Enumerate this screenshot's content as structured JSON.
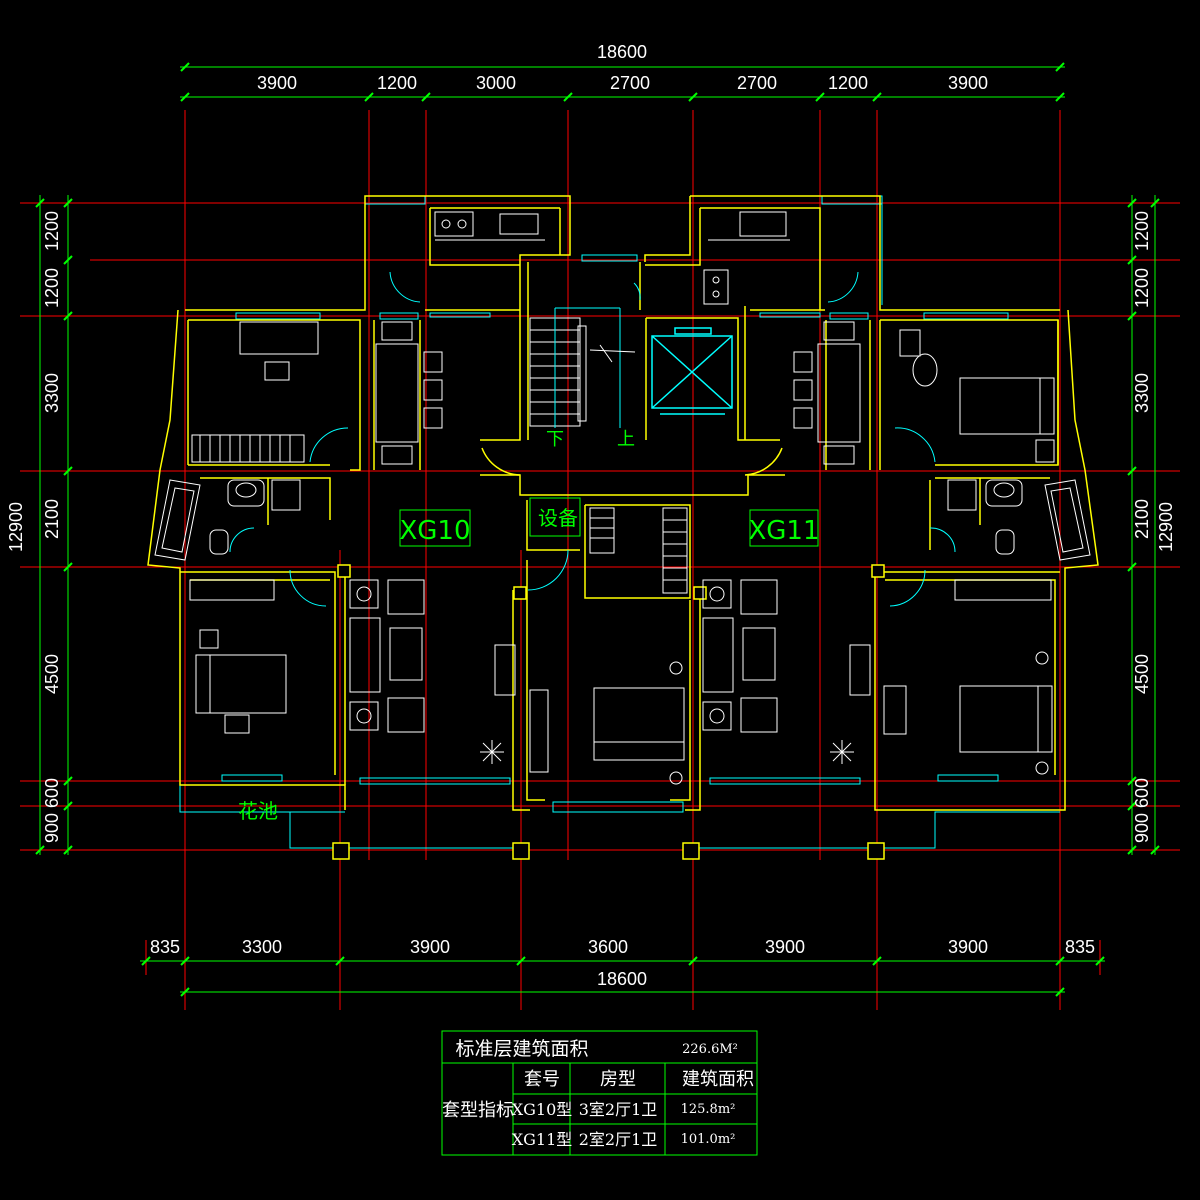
{
  "top_dims": {
    "total": "18600",
    "segments": [
      "3900",
      "1200",
      "3000",
      "2700",
      "2700",
      "1200",
      "3900"
    ]
  },
  "bottom_dims": {
    "segments": [
      "835",
      "3300",
      "3900",
      "3600",
      "3900",
      "3900",
      "835"
    ],
    "total": "18600"
  },
  "side_dims": {
    "total": "12900",
    "segments": [
      "1200",
      "1200",
      "3300",
      "2100",
      "4500",
      "600",
      "900"
    ]
  },
  "labels": {
    "unit_a": "XG10",
    "unit_b": "XG11",
    "equipment": "设备",
    "flower_bed": "花池",
    "stair_down": "下",
    "stair_up": "上"
  },
  "table": {
    "title": "标准层建筑面积",
    "total_area": "226.6M²",
    "row_header": "套型指标",
    "columns": [
      "套号",
      "房型",
      "建筑面积"
    ],
    "rows": [
      {
        "code": "XG10型",
        "type": "3室2厅1卫",
        "area": "125.8m²"
      },
      {
        "code": "XG11型",
        "type": "2室2厅1卫",
        "area": "101.0m²"
      }
    ]
  },
  "colors": {
    "grid": "#ff0000",
    "wall": "#ffff00",
    "dimension": "#00ff00",
    "window": "#00ffff",
    "furniture": "#ffffff",
    "label": "#00ff00"
  }
}
